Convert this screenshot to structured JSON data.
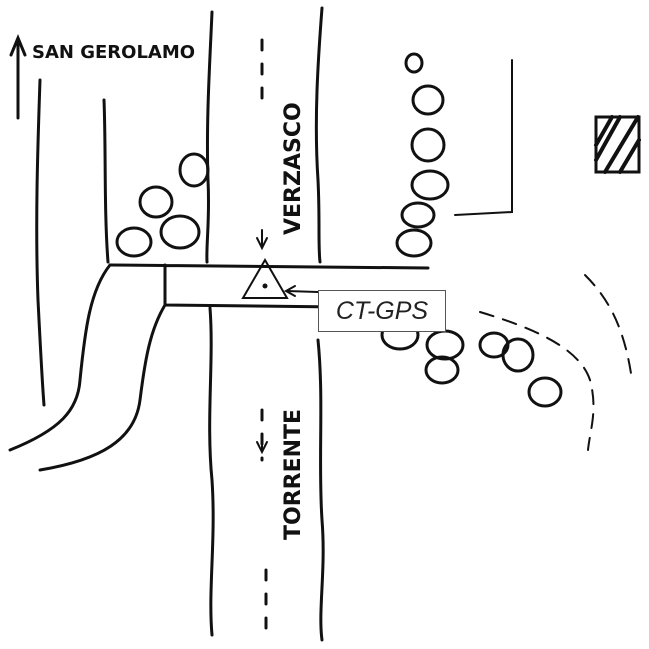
{
  "labels": {
    "north_place": "SAN GEROLAMO",
    "river_upper": "VERZASCO",
    "river_lower": "TORRENTE",
    "station": "CT-GPS"
  },
  "boulders": [
    "1",
    "2",
    "3",
    "4",
    "5",
    "6",
    "7",
    "8",
    "9",
    "10",
    "11",
    "12"
  ],
  "colors": {
    "ink": "#111111",
    "callout_border": "#555555"
  }
}
